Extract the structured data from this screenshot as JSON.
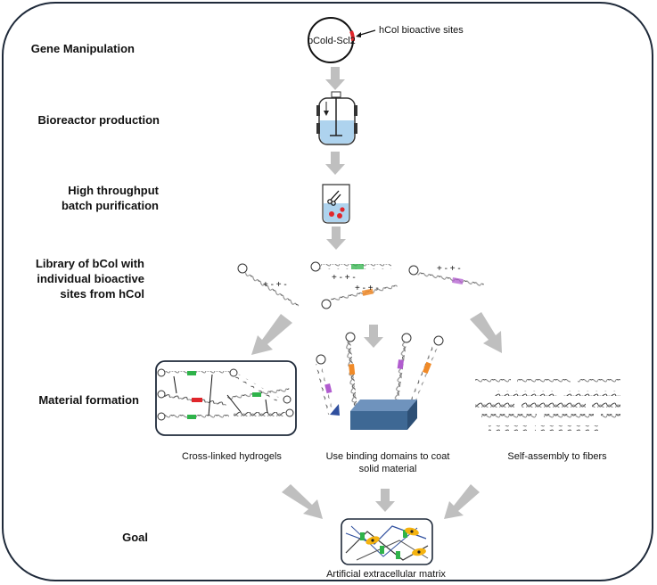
{
  "stages": {
    "gene": "Gene Manipulation",
    "bioreactor": "Bioreactor production",
    "purification_line1": "High throughput",
    "purification_line2": "batch purification",
    "library_line1": "Library of bCol with",
    "library_line2": "individual bioactive",
    "library_line3": "sites from hCol",
    "material": "Material formation",
    "goal": "Goal"
  },
  "plasmid": {
    "label": "pCold-Scl2",
    "annotation": "hCol bioactive sites"
  },
  "materials": {
    "hydrogel": "Cross-linked hydrogels",
    "coat_line1": "Use binding domains to coat",
    "coat_line2": "solid material",
    "fibers": "Self-assembly to fibers"
  },
  "goal_caption": "Artificial extracellular matrix",
  "charges": {
    "a": "+ - + -",
    "b": "+ - + -"
  },
  "colors": {
    "frame": "#1f2a3a",
    "arrow": "#bfbfbf",
    "helix": "#555555",
    "green": "#2fb34a",
    "red": "#e0262b",
    "orange": "#f08a28",
    "purple": "#b15ccf",
    "blue": "#2f4f9e",
    "liquid": "#aed3ee",
    "cell": "#f5b30f"
  }
}
